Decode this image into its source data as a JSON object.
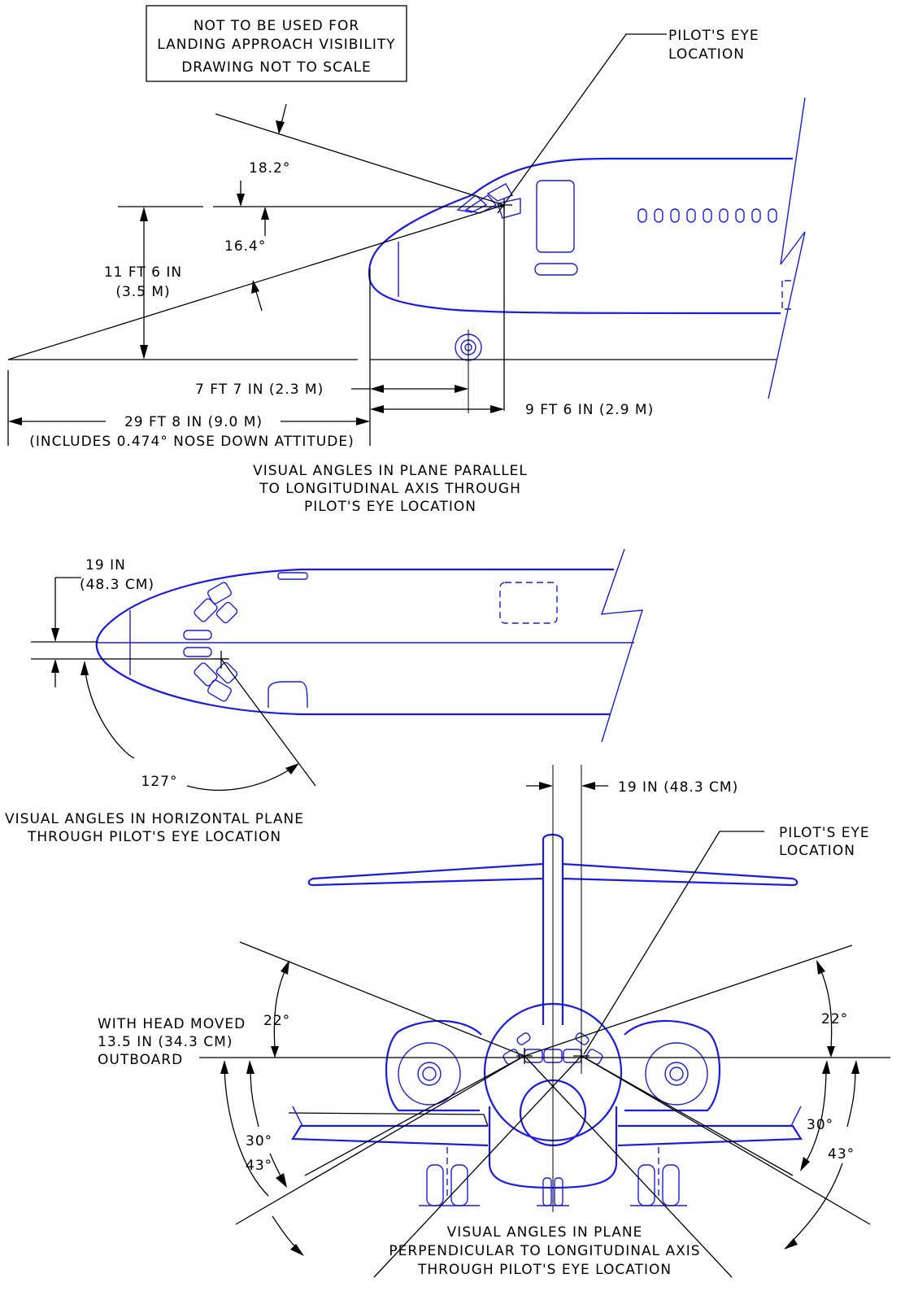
{
  "note_box": {
    "line1": "NOT TO BE USED FOR",
    "line2": "LANDING APPROACH VISIBILITY",
    "line3": "DRAWING NOT TO SCALE"
  },
  "side_view": {
    "pilot_eye_line1": "PILOT'S EYE",
    "pilot_eye_line2": "LOCATION",
    "angle_up": "18.2°",
    "angle_down": "16.4°",
    "height_line1": "11 FT 6 IN",
    "height_line2": "(3.5 M)",
    "dim_gear": "7 FT 7 IN (2.3 M)",
    "dim_eye": "9 FT 6 IN (2.9 M)",
    "dim_ground": "29 FT 8 IN (9.0 M)",
    "dim_ground_note": "(INCLUDES 0.474° NOSE DOWN ATTITUDE)",
    "caption_line1": "VISUAL ANGLES IN PLANE PARALLEL",
    "caption_line2": "TO LONGITUDINAL AXIS THROUGH",
    "caption_line3": "PILOT'S EYE LOCATION"
  },
  "top_view": {
    "offset_line1": "19 IN",
    "offset_line2": "(48.3 CM)",
    "angle": "127°",
    "caption_line1": "VISUAL ANGLES IN HORIZONTAL PLANE",
    "caption_line2": "THROUGH PILOT'S EYE LOCATION"
  },
  "front_view": {
    "offset": "19 IN (48.3 CM)",
    "pilot_eye_line1": "PILOT'S EYE",
    "pilot_eye_line2": "LOCATION",
    "head_line1": "WITH HEAD MOVED",
    "head_line2": "13.5 IN (34.3 CM)",
    "head_line3": "OUTBOARD",
    "left_up": "22°",
    "left_30": "30°",
    "left_43": "43°",
    "right_up": "22°",
    "right_30": "30°",
    "right_43": "43°",
    "caption_line1": "VISUAL ANGLES IN PLANE",
    "caption_line2": "PERPENDICULAR TO LONGITUDINAL AXIS",
    "caption_line3": "THROUGH PILOT'S EYE LOCATION"
  },
  "colors": {
    "outline": "#1a1ae6",
    "dimension": "#000000"
  }
}
